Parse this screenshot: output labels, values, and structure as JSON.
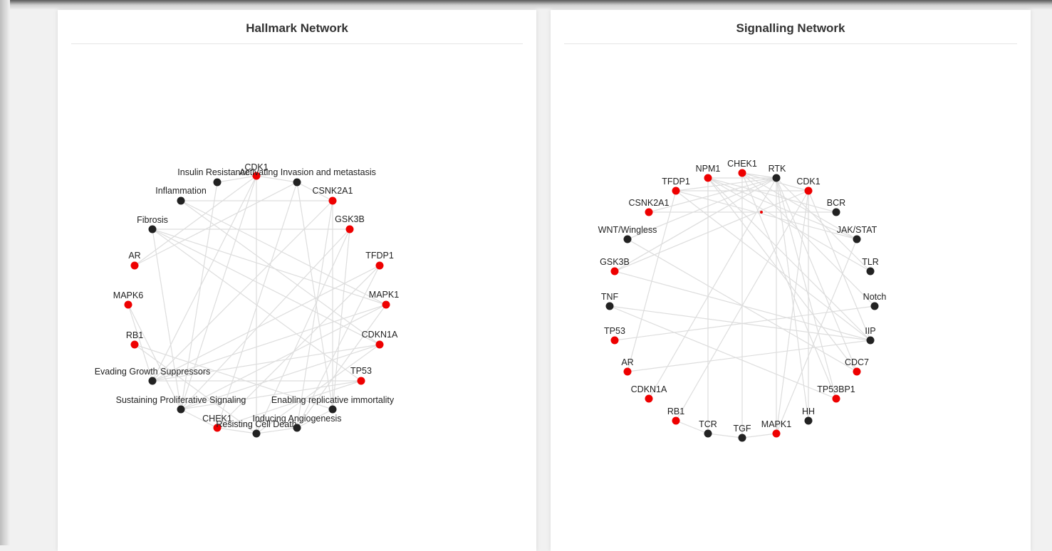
{
  "colors": {
    "hub": "#222222",
    "gene": "#ee0000",
    "edge": "#dddddd"
  },
  "hallmark": {
    "title": "Hallmark Network",
    "nodes": [
      {
        "label": "Insulin Resistance",
        "type": "hub"
      },
      {
        "label": "CDK1",
        "type": "gene"
      },
      {
        "label": "Activating Invasion and metastasis",
        "type": "hub"
      },
      {
        "label": "CSNK2A1",
        "type": "gene"
      },
      {
        "label": "GSK3B",
        "type": "gene"
      },
      {
        "label": "TFDP1",
        "type": "gene"
      },
      {
        "label": "MAPK1",
        "type": "gene"
      },
      {
        "label": "CDKN1A",
        "type": "gene"
      },
      {
        "label": "TP53",
        "type": "gene"
      },
      {
        "label": "Enabling replicative immortality",
        "type": "hub"
      },
      {
        "label": "Inducing Angiogenesis",
        "type": "hub"
      },
      {
        "label": "Resisting Cell Death",
        "type": "hub"
      },
      {
        "label": "CHEK1",
        "type": "gene"
      },
      {
        "label": "Sustaining Proliferative Signaling",
        "type": "hub"
      },
      {
        "label": "Evading Growth Suppressors",
        "type": "hub"
      },
      {
        "label": "RB1",
        "type": "gene"
      },
      {
        "label": "MAPK6",
        "type": "gene"
      },
      {
        "label": "AR",
        "type": "gene"
      },
      {
        "label": "Fibrosis",
        "type": "hub"
      },
      {
        "label": "Inflammation",
        "type": "hub"
      }
    ],
    "edges": [
      [
        "Insulin Resistance",
        "CDK1"
      ],
      [
        "CDK1",
        "Activating Invasion and metastasis"
      ],
      [
        "Activating Invasion and metastasis",
        "CSNK2A1"
      ],
      [
        "Inducing Angiogenesis",
        "Resisting Cell Death"
      ],
      [
        "Resisting Cell Death",
        "CHEK1"
      ],
      [
        "CHEK1",
        "Sustaining Proliferative Signaling"
      ],
      [
        "Enabling replicative immortality",
        "Inducing Angiogenesis"
      ],
      [
        "Inflammation",
        "CSNK2A1"
      ],
      [
        "Fibrosis",
        "GSK3B"
      ],
      [
        "Inflammation",
        "MAPK1"
      ],
      [
        "Inflammation",
        "CDKN1A"
      ],
      [
        "Fibrosis",
        "MAPK1"
      ],
      [
        "Fibrosis",
        "CDKN1A"
      ],
      [
        "Fibrosis",
        "TP53"
      ],
      [
        "AR",
        "Activating Invasion and metastasis"
      ],
      [
        "MAPK6",
        "Evading Growth Suppressors"
      ],
      [
        "CDK1",
        "Resisting Cell Death"
      ],
      [
        "CDK1",
        "Evading Growth Suppressors"
      ],
      [
        "CDK1",
        "Sustaining Proliferative Signaling"
      ],
      [
        "Insulin Resistance",
        "Sustaining Proliferative Signaling"
      ],
      [
        "Activating Invasion and metastasis",
        "CHEK1"
      ],
      [
        "Activating Invasion and metastasis",
        "Enabling replicative immortality"
      ],
      [
        "CSNK2A1",
        "Enabling replicative immortality"
      ],
      [
        "CSNK2A1",
        "Inducing Angiogenesis"
      ],
      [
        "CSNK2A1",
        "Evading Growth Suppressors"
      ],
      [
        "GSK3B",
        "Sustaining Proliferative Signaling"
      ],
      [
        "GSK3B",
        "Resisting Cell Death"
      ],
      [
        "GSK3B",
        "Enabling replicative immortality"
      ],
      [
        "TFDP1",
        "Evading Growth Suppressors"
      ],
      [
        "TFDP1",
        "Inducing Angiogenesis"
      ],
      [
        "TFDP1",
        "CHEK1"
      ],
      [
        "MAPK1",
        "Sustaining Proliferative Signaling"
      ],
      [
        "MAPK1",
        "Inducing Angiogenesis"
      ],
      [
        "MAPK1",
        "Evading Growth Suppressors"
      ],
      [
        "CDKN1A",
        "Evading Growth Suppressors"
      ],
      [
        "CDKN1A",
        "Resisting Cell Death"
      ],
      [
        "CDKN1A",
        "Sustaining Proliferative Signaling"
      ],
      [
        "TP53",
        "Evading Growth Suppressors"
      ],
      [
        "TP53",
        "Sustaining Proliferative Signaling"
      ],
      [
        "TP53",
        "CHEK1"
      ],
      [
        "RB1",
        "Enabling replicative immortality"
      ],
      [
        "RB1",
        "Resisting Cell Death"
      ],
      [
        "MAPK6",
        "Sustaining Proliferative Signaling"
      ],
      [
        "AR",
        "CDK1"
      ],
      [
        "Fibrosis",
        "Sustaining Proliferative Signaling"
      ]
    ]
  },
  "signalling": {
    "title": "Signalling Network",
    "nodes": [
      {
        "label": "NPM1",
        "type": "gene"
      },
      {
        "label": "CHEK1",
        "type": "gene"
      },
      {
        "label": "RTK",
        "type": "hub"
      },
      {
        "label": "CDK1",
        "type": "gene"
      },
      {
        "label": "BCR",
        "type": "hub"
      },
      {
        "label": "JAK/STAT",
        "type": "hub"
      },
      {
        "label": "TLR",
        "type": "hub"
      },
      {
        "label": "Notch",
        "type": "hub"
      },
      {
        "label": "IIP",
        "type": "hub"
      },
      {
        "label": "CDC7",
        "type": "gene"
      },
      {
        "label": "TP53BP1",
        "type": "gene"
      },
      {
        "label": "HH",
        "type": "hub"
      },
      {
        "label": "MAPK1",
        "type": "gene"
      },
      {
        "label": "TGF",
        "type": "hub"
      },
      {
        "label": "TCR",
        "type": "hub"
      },
      {
        "label": "RB1",
        "type": "gene"
      },
      {
        "label": "CDKN1A",
        "type": "gene"
      },
      {
        "label": "AR",
        "type": "gene"
      },
      {
        "label": "TP53",
        "type": "gene"
      },
      {
        "label": "TNF",
        "type": "hub"
      },
      {
        "label": "GSK3B",
        "type": "gene"
      },
      {
        "label": "WNT/Wingless",
        "type": "hub"
      },
      {
        "label": "CSNK2A1",
        "type": "gene"
      },
      {
        "label": "TFDP1",
        "type": "gene"
      }
    ],
    "edges": [
      [
        "NPM1",
        "RTK"
      ],
      [
        "CHEK1",
        "RTK"
      ],
      [
        "CHEK1",
        "CDK1"
      ],
      [
        "NPM1",
        "JAK/STAT"
      ],
      [
        "NPM1",
        "TLR"
      ],
      [
        "TFDP1",
        "RTK"
      ],
      [
        "TFDP1",
        "CDK1"
      ],
      [
        "TFDP1",
        "JAK/STAT"
      ],
      [
        "TFDP1",
        "IIP"
      ],
      [
        "CSNK2A1",
        "RTK"
      ],
      [
        "CSNK2A1",
        "BCR"
      ],
      [
        "WNT/Wingless",
        "RTK"
      ],
      [
        "WNT/Wingless",
        "CDC7"
      ],
      [
        "GSK3B",
        "RTK"
      ],
      [
        "GSK3B",
        "IIP"
      ],
      [
        "GSK3B",
        "CDK1"
      ],
      [
        "TNF",
        "IIP"
      ],
      [
        "TNF",
        "TP53BP1"
      ],
      [
        "TP53",
        "Notch"
      ],
      [
        "AR",
        "IIP"
      ],
      [
        "CDKN1A",
        "RTK"
      ],
      [
        "RB1",
        "CDK1"
      ],
      [
        "TCR",
        "NPM1"
      ],
      [
        "TGF",
        "CHEK1"
      ],
      [
        "MAPK1",
        "RTK"
      ],
      [
        "MAPK1",
        "CDK1"
      ],
      [
        "MAPK1",
        "TGF"
      ],
      [
        "MAPK1",
        "JAK/STAT"
      ],
      [
        "HH",
        "RTK"
      ],
      [
        "TP53BP1",
        "RTK"
      ],
      [
        "CDC7",
        "RTK"
      ],
      [
        "IIP",
        "CDK1"
      ],
      [
        "IIP",
        "NPM1"
      ],
      [
        "BCR",
        "NPM1"
      ],
      [
        "JAK/STAT",
        "CHEK1"
      ],
      [
        "TLR",
        "RTK"
      ],
      [
        "Notch",
        "CHEK1"
      ],
      [
        "HH",
        "CDK1"
      ],
      [
        "TP53BP1",
        "CHEK1"
      ],
      [
        "CDC7",
        "NPM1"
      ],
      [
        "TCR",
        "RB1"
      ],
      [
        "TGF",
        "TCR"
      ],
      [
        "AR",
        "TFDP1"
      ]
    ]
  }
}
